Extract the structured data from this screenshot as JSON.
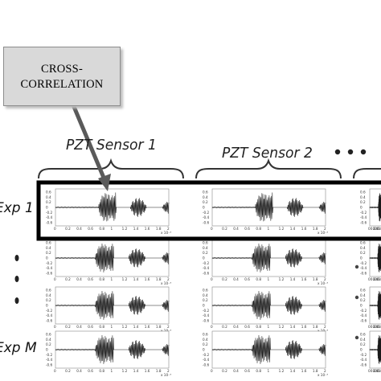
{
  "callout": {
    "line1": "CROSS-",
    "line2": "CORRELATION"
  },
  "sensors": {
    "sensor1": "PZT Sensor 1",
    "sensor2": "PZT Sensor 2"
  },
  "experiments": {
    "first": "Exp 1",
    "last": "Exp M"
  },
  "plot_ticks": {
    "y": [
      "0.6",
      "0.4",
      "0.2",
      "0",
      "-0.2",
      "-0.4",
      "-0.6"
    ],
    "x": [
      "0",
      "0.2",
      "0.4",
      "0.6",
      "0.8",
      "1",
      "1.2",
      "1.4",
      "1.6",
      "1.8",
      "2"
    ],
    "exponent": "x 10⁻³"
  },
  "colors": {
    "highlight_frame": "#000000",
    "callout_fill": "#d9d9d9",
    "signal": "#1a1a1a",
    "arrow": "#5a5a5a"
  }
}
